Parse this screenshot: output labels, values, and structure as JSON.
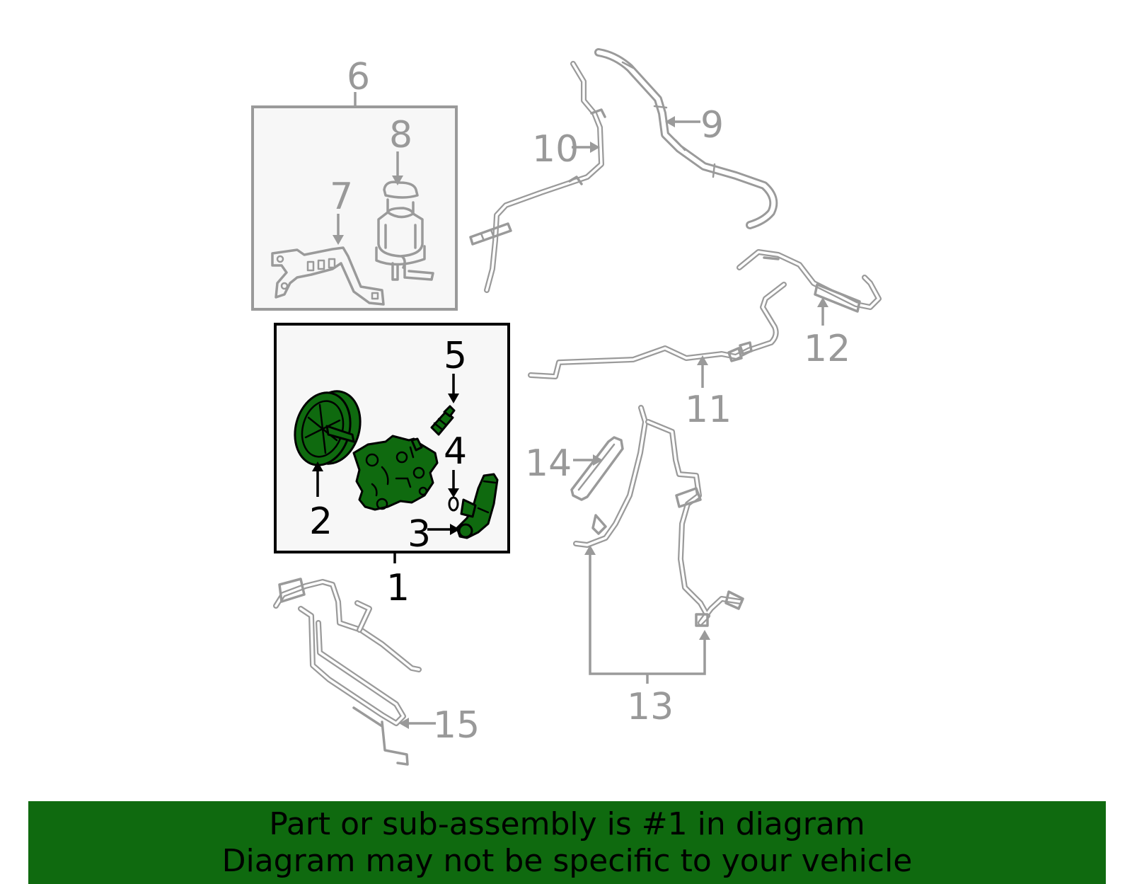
{
  "callouts": {
    "c1": "1",
    "c2": "2",
    "c3": "3",
    "c4": "4",
    "c5": "5",
    "c6": "6",
    "c7": "7",
    "c8": "8",
    "c9": "9",
    "c10": "10",
    "c11": "11",
    "c12": "12",
    "c13": "13",
    "c14": "14",
    "c15": "15"
  },
  "banner": {
    "line1": "Part or sub-assembly is #1 in diagram",
    "line2": "Diagram may not be specific to your vehicle"
  },
  "colors": {
    "highlight_green": "#0f6a0f",
    "callout_gray": "#999999",
    "callout_black": "#000000"
  }
}
